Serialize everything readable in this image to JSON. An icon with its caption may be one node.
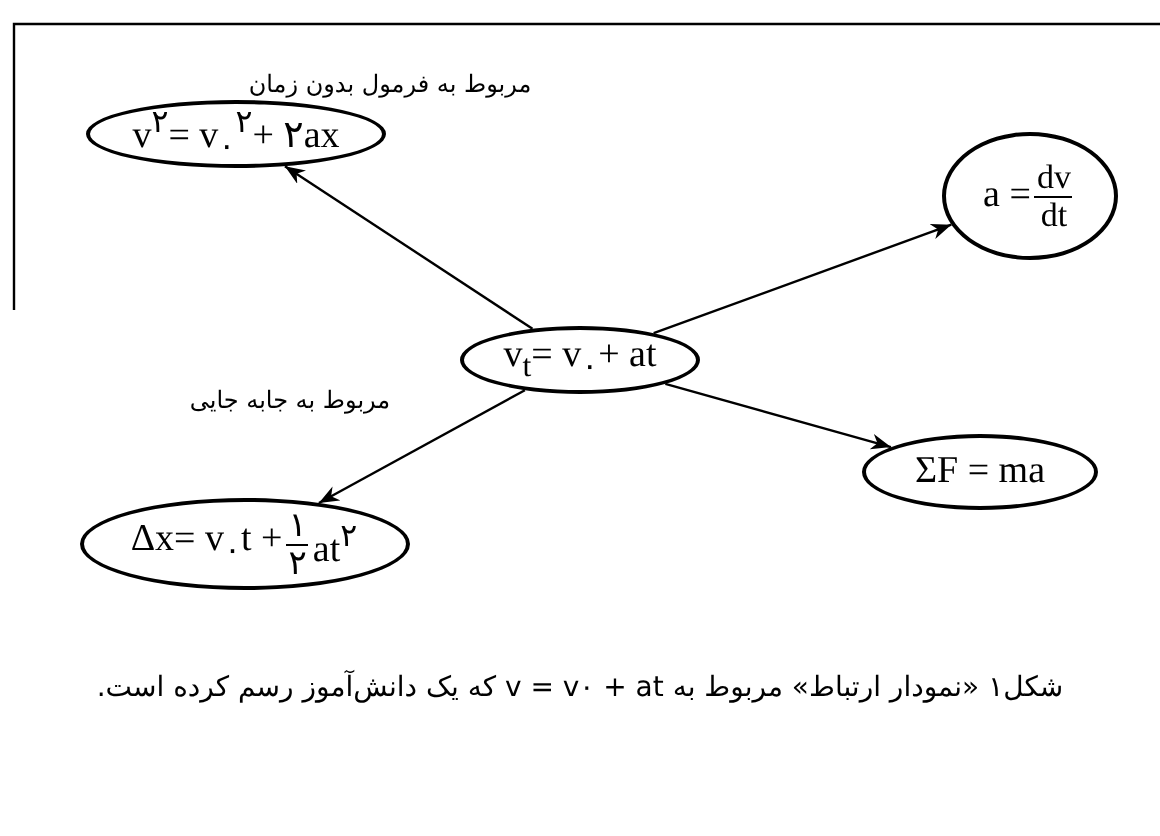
{
  "diagram": {
    "caption": "شکل۱ «نمودار ارتباط» مربوط به v = v۰ + at که یک دانش‌آموز رسم کرده است.",
    "nodes": [
      {
        "text": [
          "v$^{۲}$= v$_{۰}$$^{۲}$+ ۲ax"
        ]
      },
      {
        "text": [
          "a =",
          "dv",
          "dt"
        ]
      },
      {
        "text": [
          "v$_{t}$= v$_{۰}$+ at"
        ]
      },
      {
        "text": [
          "ΣF = ma"
        ]
      },
      {
        "text": [
          "Δx= v$_{۰}$t +",
          "۱",
          "۲",
          "at$^{۲}$"
        ]
      }
    ],
    "edges": [
      {
        "from": 2,
        "to": 0,
        "arrow": "to"
      },
      {
        "from": 2,
        "to": 1,
        "arrow": "to"
      },
      {
        "from": 2,
        "to": 3,
        "arrow": "to"
      },
      {
        "from": 2,
        "to": 4,
        "arrow": "to"
      }
    ],
    "labels": [
      "مربوط به فرمول بدون زمان",
      "مربوط به جابه جایی"
    ]
  }
}
